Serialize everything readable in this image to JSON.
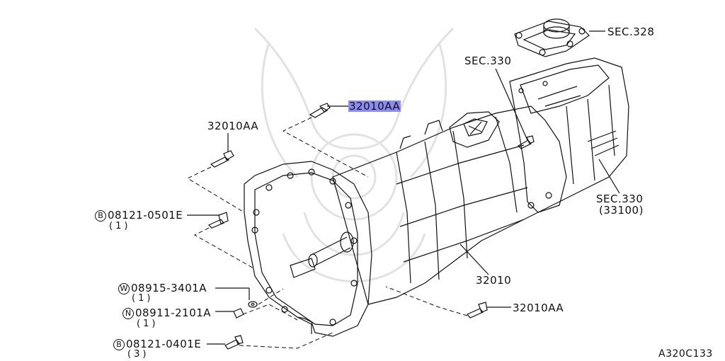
{
  "labels": {
    "sec328": "SEC.328",
    "sec330_top": "SEC.330",
    "sec330_right": "SEC.330",
    "sec330_right_sub": "(33100)",
    "bolt_top": "32010AA",
    "bolt_left": "32010AA",
    "bolt_right": "32010AA",
    "transmission": "32010",
    "part_b1": {
      "prefix": "B",
      "number": "08121-0501E",
      "qty": "(1)"
    },
    "part_w": {
      "prefix": "W",
      "number": "08915-3401A",
      "qty": "(1)"
    },
    "part_n": {
      "prefix": "N",
      "number": "08911-2101A",
      "qty": "(1)"
    },
    "part_b2": {
      "prefix": "B",
      "number": "08121-0401E",
      "qty": "(3)"
    }
  },
  "figure_id": "A320C133",
  "colors": {
    "highlight": "#8c8cf0",
    "line": "#111111",
    "watermark": "#dcdcdc"
  }
}
